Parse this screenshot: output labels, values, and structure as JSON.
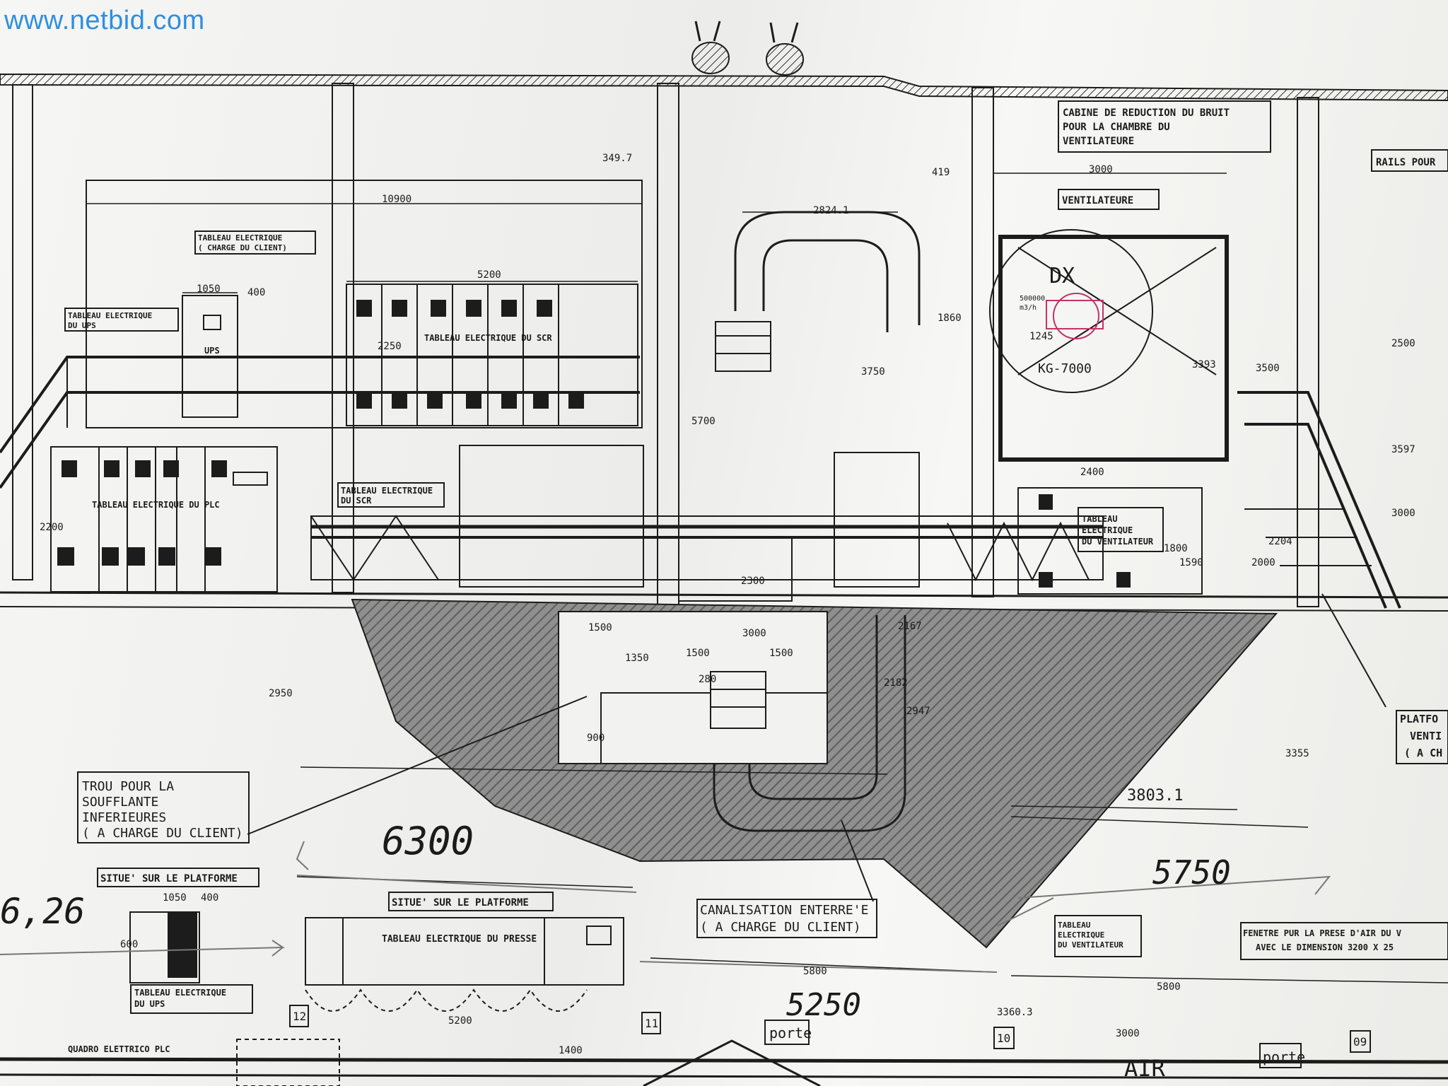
{
  "watermark": "www.netbid.com",
  "labels": {
    "cabine": [
      "CABINE DE REDUCTION DU BRUIT",
      "POUR LA CHAMBRE DU",
      "VENTILATEURE"
    ],
    "ventilateure": "VENTILATEURE",
    "rails": "RAILS POUR",
    "tableau_client": [
      "TABLEAU ELECTRIQUE",
      "( CHARGE DU CLIENT)"
    ],
    "tableau_ups": [
      "TABLEAU ELECTRIQUE",
      "DU UPS"
    ],
    "tableau_scr": "TABLEAU ELECTRIQUE DU SCR",
    "tableau_plc": "TABLEAU ELECTRIQUE DU PLC",
    "tableau_scr_small": [
      "TABLEAU ELECTRIQUE",
      "DU SCR"
    ],
    "tableau_vent": [
      "TABLEAU",
      "ELECTRIQUE",
      "DU VENTILATEUR"
    ],
    "ups": "UPS",
    "dx": "DX",
    "kg": "KG-7000",
    "rating": [
      "500000",
      "m3/h"
    ],
    "trou": [
      "TROU POUR LA",
      "SOUFFLANTE",
      "INFERIEURES",
      "( A CHARGE DU CLIENT)"
    ],
    "situe1": "SITUE' SUR LE PLATFORME",
    "situe2": "SITUE' SUR LE PLATFORME",
    "tableau_ups2": [
      "TABLEAU ELECTRIQUE",
      "DU UPS"
    ],
    "tableau_presse": "TABLEAU ELECTRIQUE DU PRESSE",
    "canalisation": [
      "CANALISATION ENTERRE'E",
      "( A CHARGE DU CLIENT)"
    ],
    "tableau_vent2": [
      "TABLEAU",
      "ELECTRIQUE",
      "DU VENTILATEUR"
    ],
    "fenetre": [
      "FENETRE PUR LA PRESE D'AIR DU V",
      "AVEC   LE   DIMENSION 3200 X 25"
    ],
    "platf": [
      "PLATFO",
      "VENTI",
      "( A CH"
    ],
    "quadro": "QUADRO ELETTRICO PLC",
    "porte1": "porte",
    "porte2": "porte",
    "air": "AIR",
    "grid12": "12",
    "grid11": "11",
    "grid10": "10",
    "grid09": "09"
  },
  "dimensions": {
    "d10900": "10900",
    "d3497": "349.7",
    "d2824": "2824.1",
    "d5200": "5200",
    "d1050": "1050",
    "d400": "400",
    "d419": "419",
    "d3000top": "3000",
    "d1860": "1860",
    "d2500": "2500",
    "d3500": "3500",
    "d3597": "3597",
    "d3000r": "3000",
    "d3393": "3393",
    "d2400": "2400",
    "d1590": "1590",
    "d1800": "1800",
    "d2000": "2000",
    "d2204": "2204",
    "d2300": "2300",
    "d1500a": "1500",
    "d3000m": "3000",
    "d1500b": "1500",
    "d1500c": "1500",
    "d1350": "1350",
    "d900": "900",
    "d2950": "2950",
    "d2200": "2200",
    "d3750": "3750",
    "d5700": "5700",
    "d3355": "3355",
    "d38031": "3803.1",
    "d5800a": "5800",
    "d5800b": "5800",
    "d5200b": "5200",
    "d1050b": "1050",
    "d400b": "400",
    "d600": "600",
    "d1400": "1400",
    "d33603": "3360.3",
    "d3000b": "3000",
    "d2250": "2250",
    "d1245": "1245",
    "d2182": "2182",
    "d2167": "2167",
    "d2947": "2947",
    "d280": "280"
  },
  "handwritten": {
    "h6300": "6300",
    "h5750": "5750",
    "h5250": "5250",
    "h626": "6,26"
  }
}
